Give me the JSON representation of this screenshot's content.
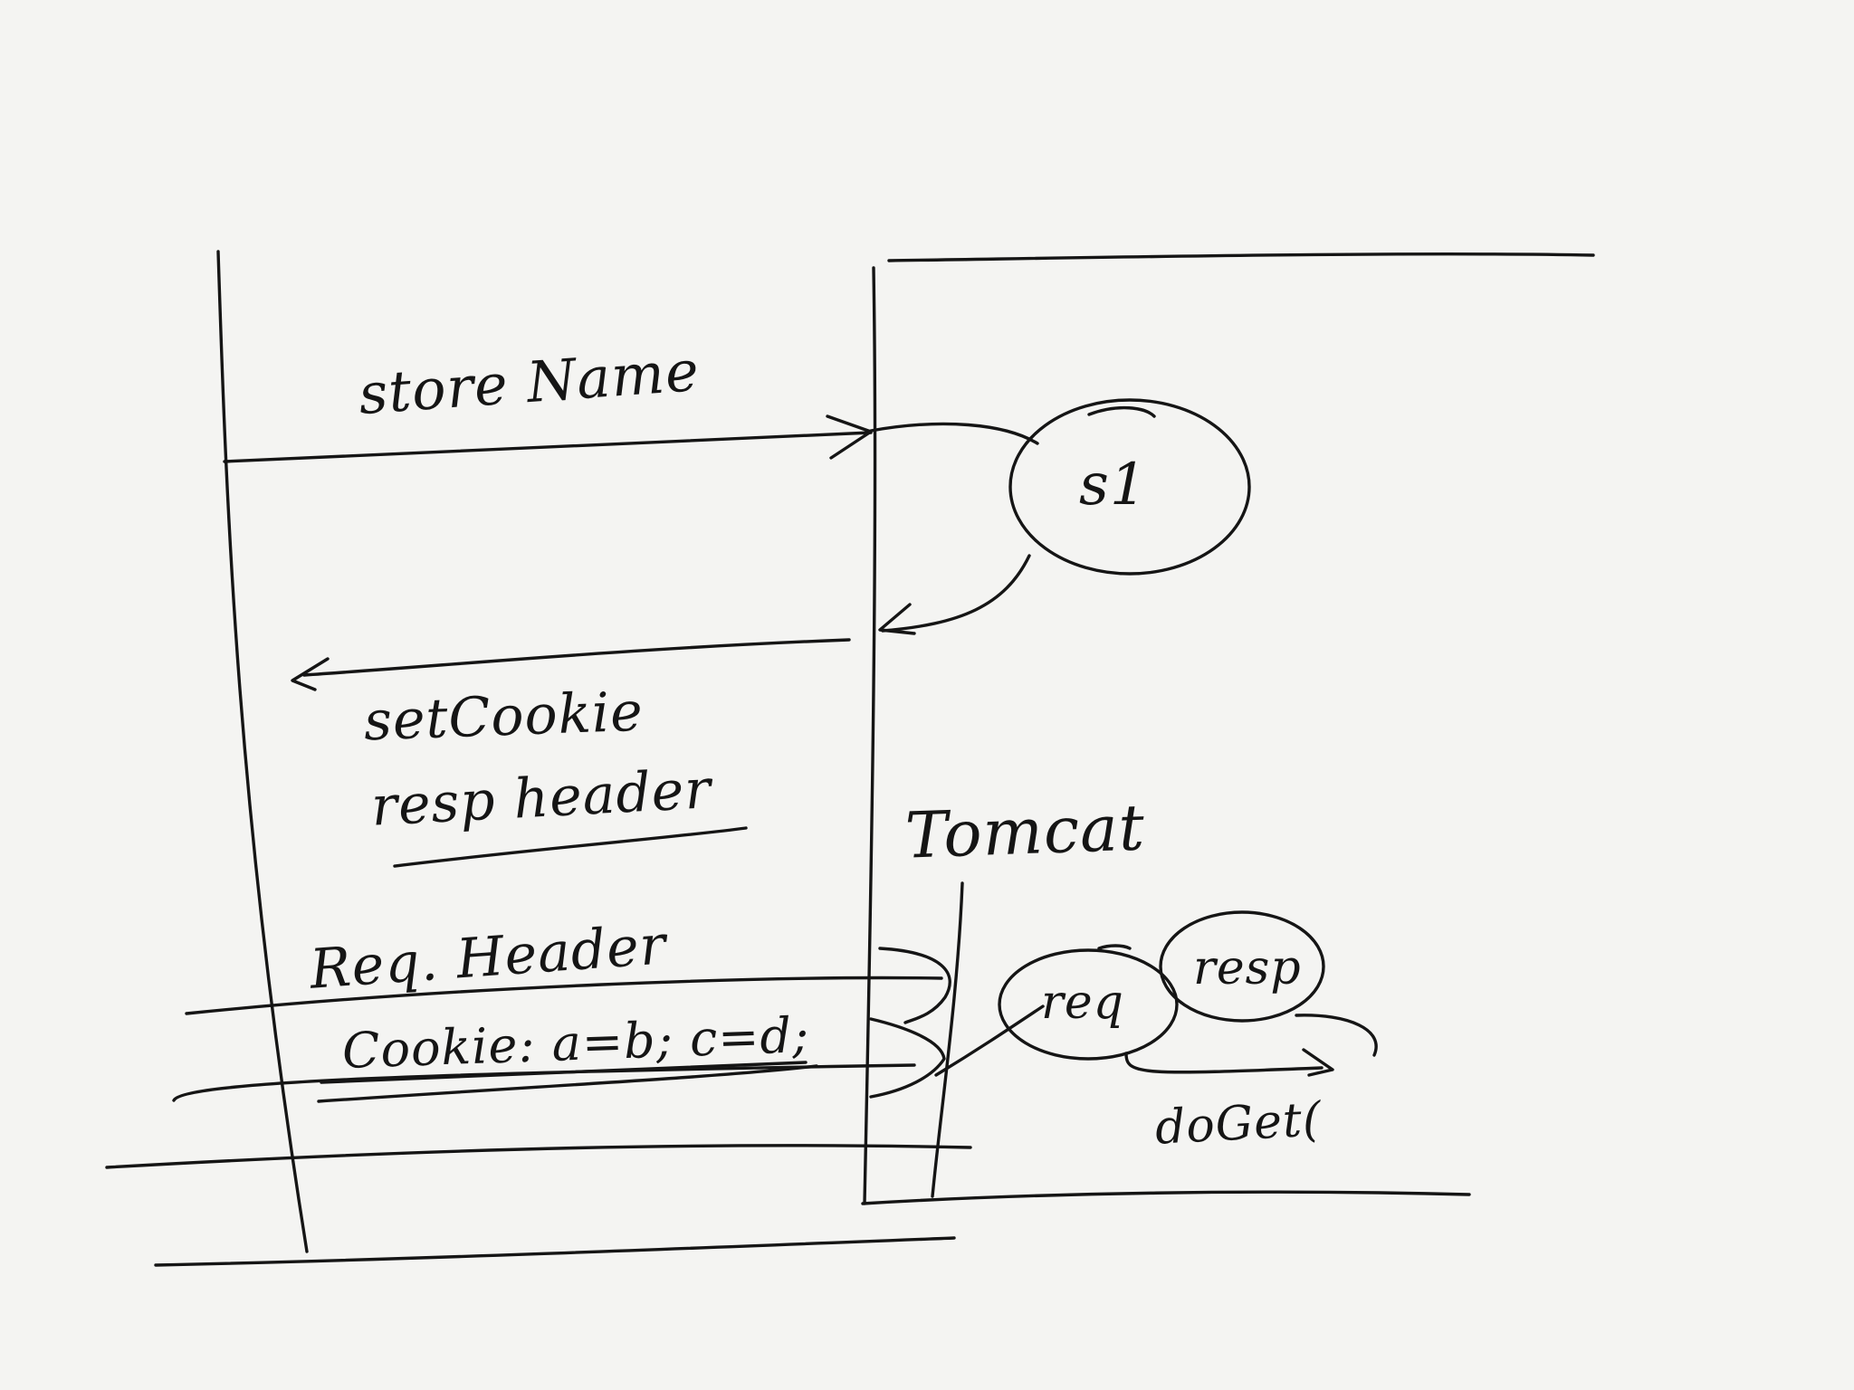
{
  "diagram": {
    "background": "#f4f4f2",
    "ink_color": "#151515",
    "labels": {
      "store_name": "store Name",
      "s1": "s1",
      "set_cookie": "setCookie",
      "resp_header": "resp header",
      "tomcat": "Tomcat",
      "req_header": "Req. Header",
      "cookie": "Cookie: a=b; c=d;",
      "req": "req",
      "resp": "resp",
      "doget": "doGet("
    }
  }
}
